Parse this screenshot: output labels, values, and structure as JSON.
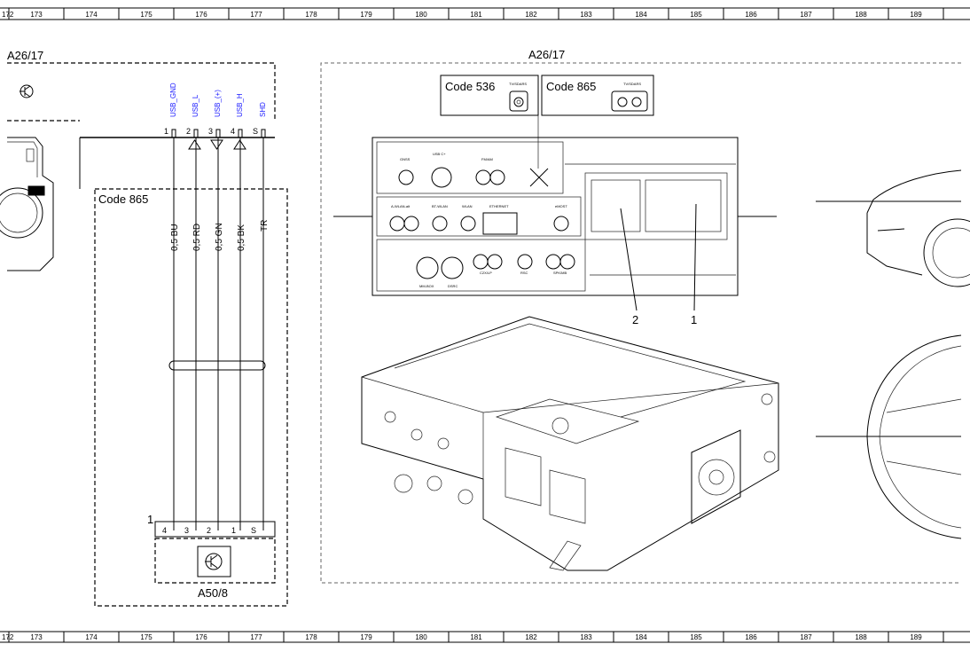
{
  "grid_columns": [
    "172",
    "173",
    "174",
    "175",
    "176",
    "177",
    "178",
    "179",
    "180",
    "181",
    "182",
    "183",
    "184",
    "185",
    "186",
    "187",
    "188",
    "189"
  ],
  "left_block": {
    "title": "A26/17",
    "pin_labels": [
      "USB_GND",
      "USB_L",
      "USB_(+)",
      "USB_H",
      "SHD"
    ],
    "pin_numbers": [
      "1",
      "2",
      "3",
      "4",
      "S"
    ],
    "code_box_label": "Code 865",
    "wire_labels": [
      "0,5 BU",
      "0,5 RD",
      "0,5 GN",
      "0,5 BK",
      "TR"
    ],
    "bottom_connector_number": "1",
    "bottom_pin_numbers": [
      "4",
      "3",
      "2",
      "1",
      "S"
    ],
    "bottom_component": "A50/8"
  },
  "right_block": {
    "title": "A26/17",
    "code_536": "Code 536",
    "code_865": "Code 865",
    "tvsdars_536": "TV/SDARS",
    "tvsdars_865": "TV/SDARS",
    "callout_2": "2",
    "callout_1": "1",
    "connector_labels_row1": [
      "GNSS",
      "USB C+",
      "FM/AM"
    ],
    "connector_labels_row2": [
      "A-WLAN-alt",
      "BT-WLAN",
      "WLAN",
      "ETHERNET",
      "eMOST"
    ],
    "connector_labels_row3": [
      "MM-BOX",
      "DSRC",
      "C2X/LP",
      "RSC",
      "SPK/MB"
    ]
  }
}
